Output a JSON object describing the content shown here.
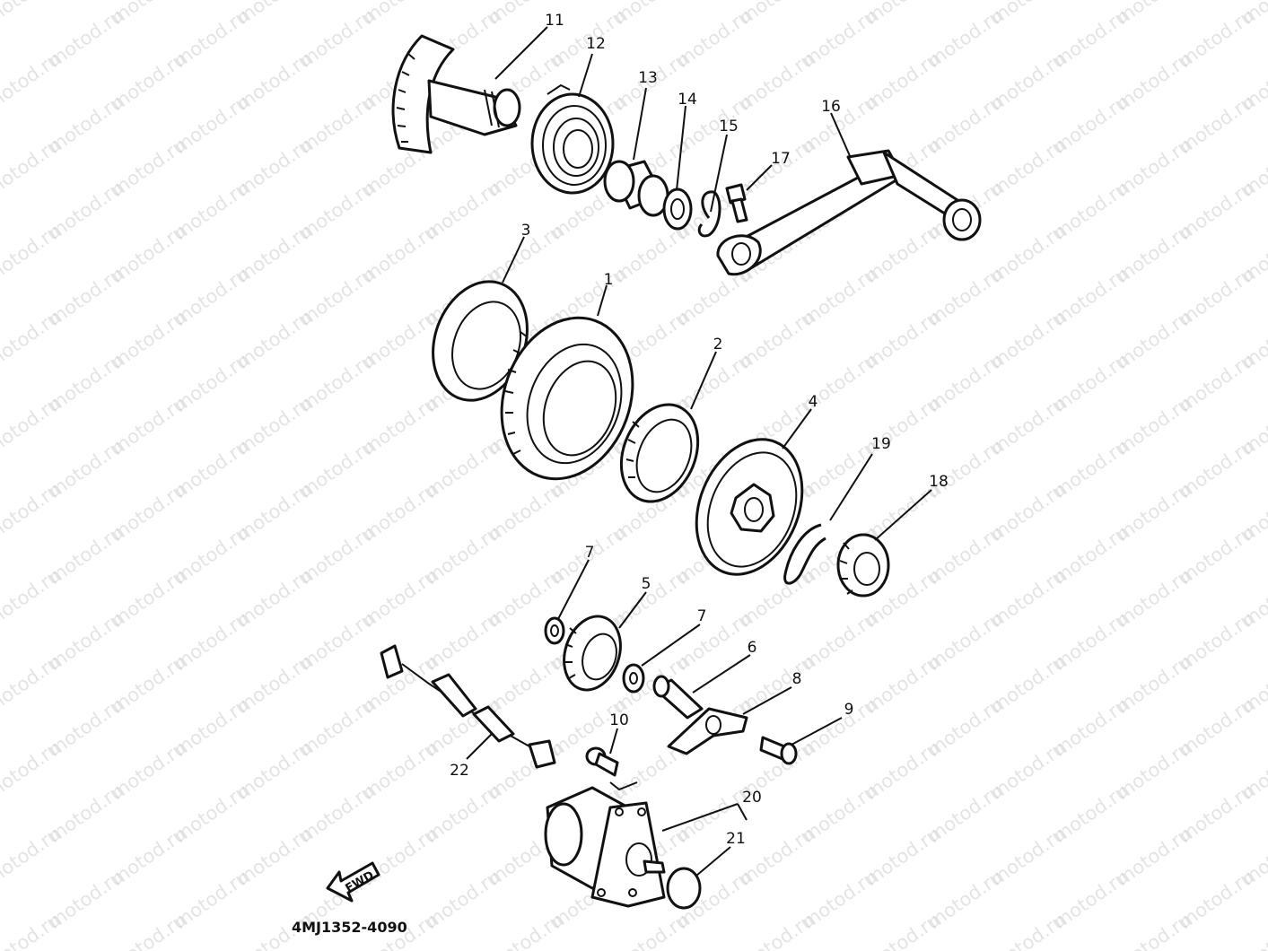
{
  "watermark": "motod.ru",
  "diagram_code": "4MJ1352-4090",
  "direction_label": "FWD",
  "parts": [
    "1",
    "2",
    "3",
    "4",
    "5",
    "6",
    "7",
    "7",
    "8",
    "9",
    "10",
    "11",
    "12",
    "13",
    "14",
    "15",
    "16",
    "17",
    "18",
    "19",
    "20",
    "21",
    "22"
  ]
}
